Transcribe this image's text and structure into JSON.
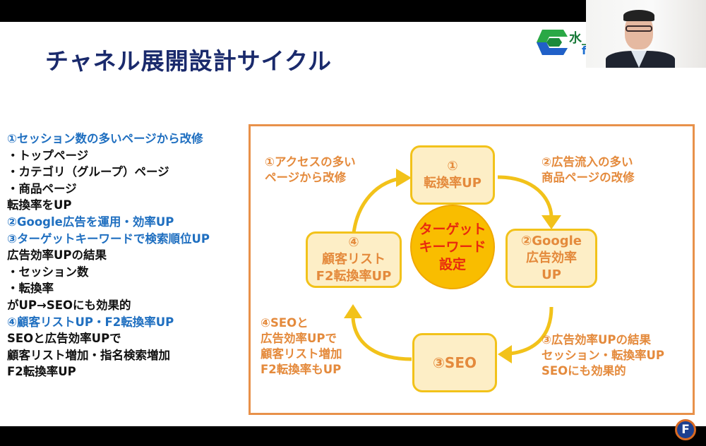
{
  "slide": {
    "title": "チャネル展開設計サイクル",
    "logo": {
      "text": "水_",
      "sub": "f"
    }
  },
  "left_panel": {
    "lines": [
      {
        "text": "①セッション数の多いページから改修",
        "style": "blue"
      },
      {
        "text": "・トップページ",
        "style": "black"
      },
      {
        "text": "・カテゴリ（グループ）ページ",
        "style": "black"
      },
      {
        "text": "・商品ページ",
        "style": "black"
      },
      {
        "text": "転換率をUP",
        "style": "black"
      },
      {
        "text": "②Google広告を運用・効率UP",
        "style": "blue"
      },
      {
        "text": "③ターゲットキーワードで検索順位UP",
        "style": "blue"
      },
      {
        "text": "広告効率UPの結果",
        "style": "black"
      },
      {
        "text": "・セッション数",
        "style": "black"
      },
      {
        "text": "・転換率",
        "style": "black"
      },
      {
        "text": "がUP→SEOにも効果的",
        "style": "black"
      },
      {
        "text": "④顧客リストUP・F2転換率UP",
        "style": "blue"
      },
      {
        "text": "SEOと広告効率UPで",
        "style": "black"
      },
      {
        "text": "顧客リスト増加・指名検索増加",
        "style": "black"
      },
      {
        "text": "F2転換率UP",
        "style": "black"
      }
    ]
  },
  "diagram": {
    "center": {
      "line1": "ターゲット",
      "line2": "キーワード",
      "line3": "設定"
    },
    "boxes": {
      "b1": {
        "line1": "①",
        "line2": "転換率UP"
      },
      "b2": {
        "line1": "②Google",
        "line2": "広告効率",
        "line3": "UP"
      },
      "b3": {
        "line1": "③SEO"
      },
      "b4": {
        "line1": "④",
        "line2": "顧客リスト",
        "line3": "F2転換率UP"
      }
    },
    "notes": {
      "n1": {
        "line1": "①アクセスの多い",
        "line2": "ページから改修"
      },
      "n2": {
        "line1": "②広告流入の多い",
        "line2": "商品ページの改修"
      },
      "n3": {
        "line1": "③広告効率UPの結果",
        "line2": "セッション・転換率UP",
        "line3": "SEOにも効果的"
      },
      "n4": {
        "line1": "④SEOと",
        "line2": "広告効率UPで",
        "line3": "顧客リスト増加",
        "line4": "F2転換率もUP"
      }
    },
    "colors": {
      "frame": "#e8914a",
      "box_border": "#f2c21a",
      "box_fill": "#fdeec6",
      "text": "#e48a3c",
      "center_fill": "#f9bd00",
      "center_text": "#e8290e",
      "arrow": "#f2c21a"
    }
  },
  "overlay": {
    "f_badge": "F"
  }
}
